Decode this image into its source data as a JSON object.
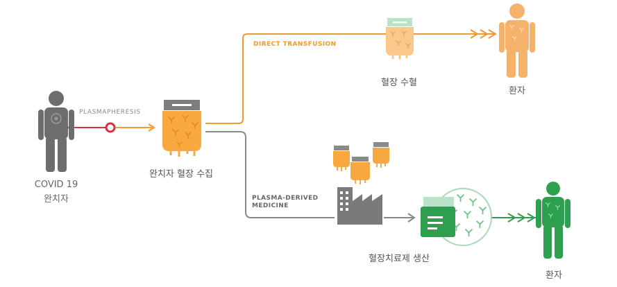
{
  "labels": {
    "plasmapheresis": "PLASMAPHERESIS",
    "direct_transfusion": "DIRECT TRANSFUSION",
    "plasma_derived_line1": "PLASMA-DERIVED",
    "plasma_derived_line2": "MEDICINE",
    "donor_line1": "COVID 19",
    "donor_line2": "완치자",
    "collection": "완치자 혈장 수집",
    "transfusion": "혈장 수혈",
    "patient_top": "환자",
    "production": "혈장치료제 생산",
    "patient_bottom": "환자"
  },
  "colors": {
    "gray": "#777777",
    "gray_dark": "#666666",
    "orange": "#f29a2e",
    "orange_light": "#f6b26b",
    "orange_bag": "#f7a93f",
    "red": "#cc3344",
    "green": "#2e9e4f",
    "green_light": "#6cc284",
    "mint": "#b8e3c8"
  },
  "icons": {
    "donor": "person-virus-icon",
    "patient_top": "person-icon",
    "patient_bottom": "person-icon",
    "collection_bag": "plasma-bag-icon",
    "transfusion_bag": "plasma-bag-icon",
    "factory": "factory-icon",
    "medicine": "medicine-package-icon",
    "antibody_circle": "antibody-icon"
  }
}
